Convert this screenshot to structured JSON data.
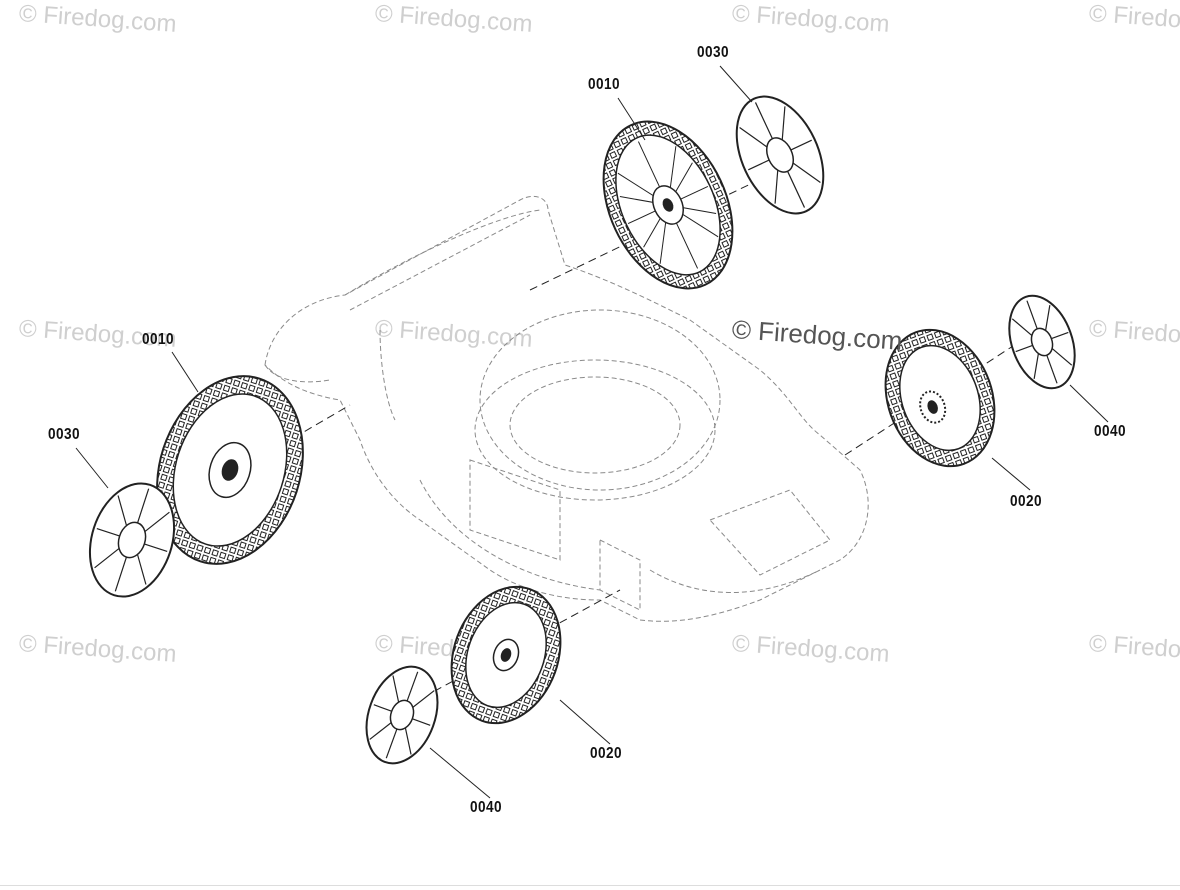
{
  "watermark": "© Firedog.com",
  "callouts": {
    "c1": "0010",
    "c2": "0030",
    "c3": "0010",
    "c4": "0030",
    "c5": "0040",
    "c6": "0020",
    "c7": "0020",
    "c8": "0040"
  },
  "colors": {
    "line": "#222222",
    "ghost": "#9a9a9a",
    "watermark": "#cfcfcf"
  }
}
